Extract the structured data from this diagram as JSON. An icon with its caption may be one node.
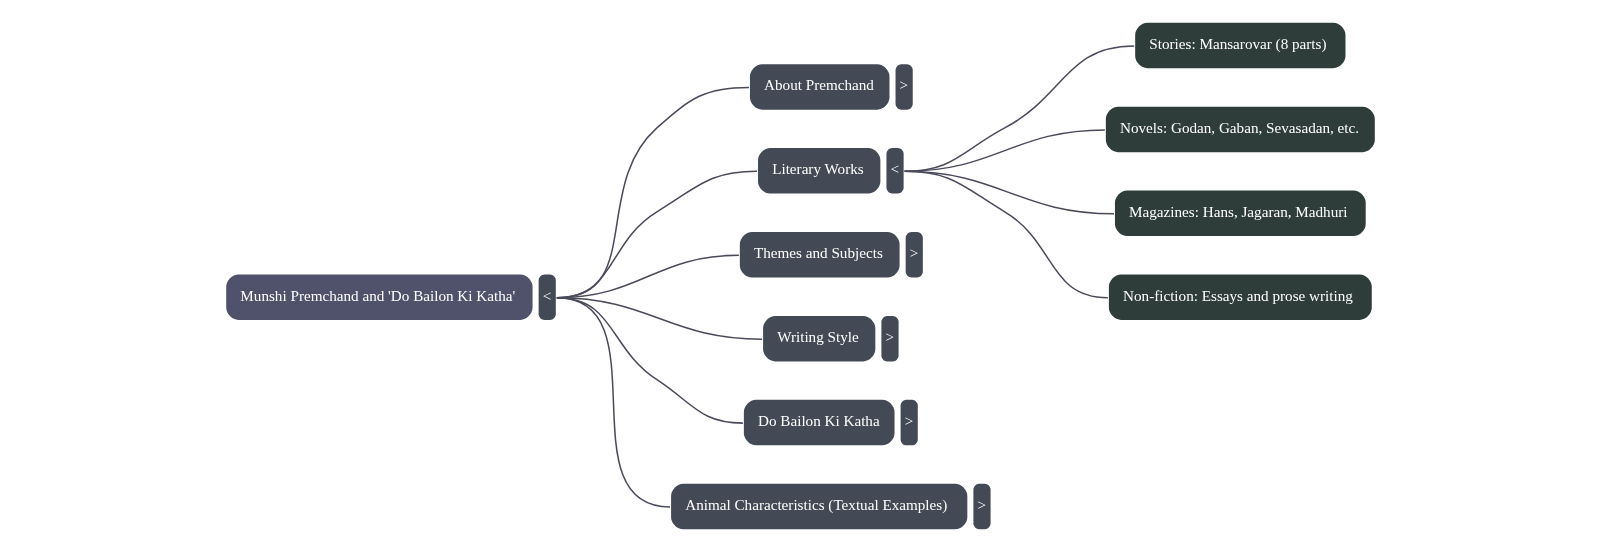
{
  "diagram": {
    "nodes": [
      {
        "text": [
          "Munshi Premchand and 'Do Bailon Ki Katha'"
        ],
        "beside": [
          "<"
        ]
      },
      {
        "text": [
          "About Premchand"
        ],
        "beside": [
          ">"
        ]
      },
      {
        "text": [
          "Literary Works"
        ],
        "beside": [
          "<"
        ]
      },
      {
        "text": [
          "Themes and Subjects"
        ],
        "beside": [
          ">"
        ]
      },
      {
        "text": [
          "Writing Style"
        ],
        "beside": [
          ">"
        ]
      },
      {
        "text": [
          "Do Bailon Ki Katha"
        ],
        "beside": [
          ">"
        ]
      },
      {
        "text": [
          "Animal Characteristics (Textual Examples)"
        ],
        "beside": [
          ">"
        ]
      },
      {
        "text": [
          "Stories: Mansarovar (8 parts)"
        ]
      },
      {
        "text": [
          "Novels: Godan, Gaban, Sevasadan, etc."
        ]
      },
      {
        "text": [
          "Magazines: Hans, Jagaran, Madhuri"
        ]
      },
      {
        "text": [
          "Non-fiction: Essays and prose writing"
        ]
      }
    ],
    "edges": [
      {
        "from": 0,
        "to": 1,
        "arrow": "none"
      },
      {
        "from": 0,
        "to": 2,
        "arrow": "none"
      },
      {
        "from": 0,
        "to": 3,
        "arrow": "none"
      },
      {
        "from": 0,
        "to": 4,
        "arrow": "none"
      },
      {
        "from": 0,
        "to": 5,
        "arrow": "none"
      },
      {
        "from": 0,
        "to": 6,
        "arrow": "none"
      },
      {
        "from": 2,
        "to": 7,
        "arrow": "none"
      },
      {
        "from": 2,
        "to": 8,
        "arrow": "none"
      },
      {
        "from": 2,
        "to": 9,
        "arrow": "none"
      },
      {
        "from": 2,
        "to": 10,
        "arrow": "none"
      }
    ]
  }
}
